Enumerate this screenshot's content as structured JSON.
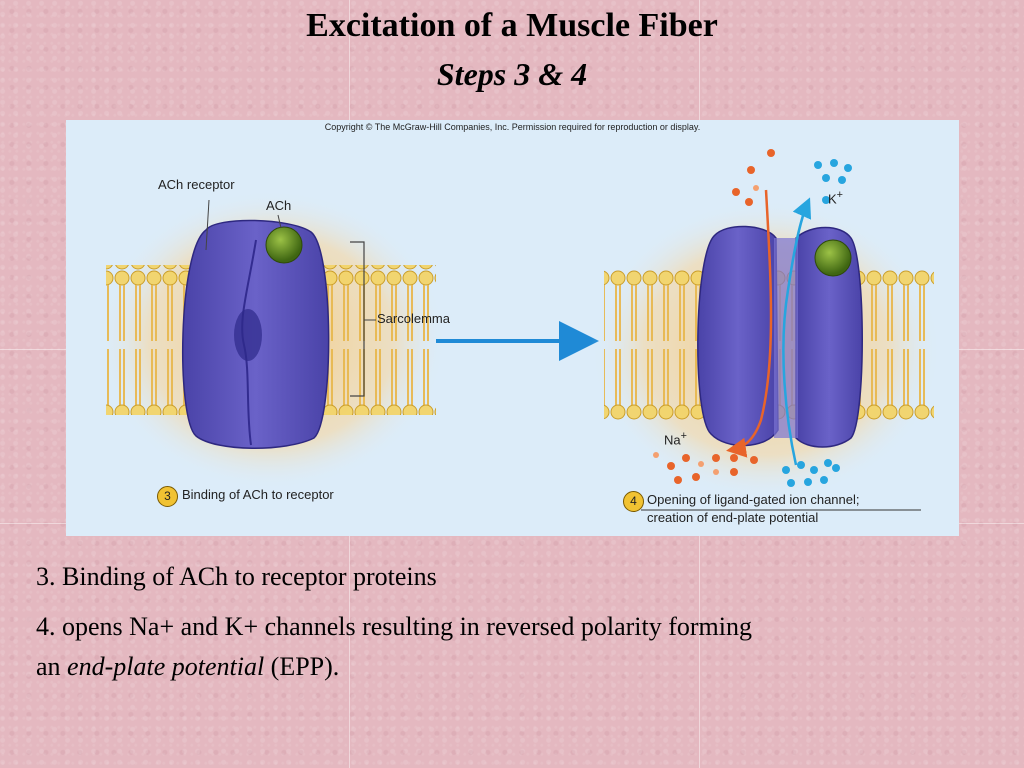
{
  "slide": {
    "title": "Excitation of a Muscle Fiber",
    "subtitle": "Steps 3 & 4"
  },
  "figure": {
    "copyright": "Copyright © The McGraw-Hill Companies, Inc. Permission required for reproduction or display.",
    "labels": {
      "ach_receptor": "ACh receptor",
      "ach": "ACh",
      "sarcolemma": "Sarcolemma",
      "k_ion": "K",
      "na_ion": "Na",
      "plus": "+"
    },
    "step3": {
      "number": "3",
      "text": "Binding of ACh to receptor"
    },
    "step4": {
      "number": "4",
      "line1": "Opening of ligand-gated ion channel;",
      "line2": "creation of end-plate potential"
    },
    "colors": {
      "receptor": "#5b55b8",
      "ach": "#5e8a1e",
      "membrane": "#f0c050",
      "na": "#e8642a",
      "k": "#27a5df",
      "arrow": "#1f8ad6"
    }
  },
  "text": {
    "item3": "3. Binding of ACh to receptor proteins",
    "item4_line1": "4. opens Na+ and K+ channels resulting in reversed polarity forming",
    "item4_prefix": "an ",
    "item4_term": "end-plate potential",
    "item4_suffix": " (EPP)."
  }
}
